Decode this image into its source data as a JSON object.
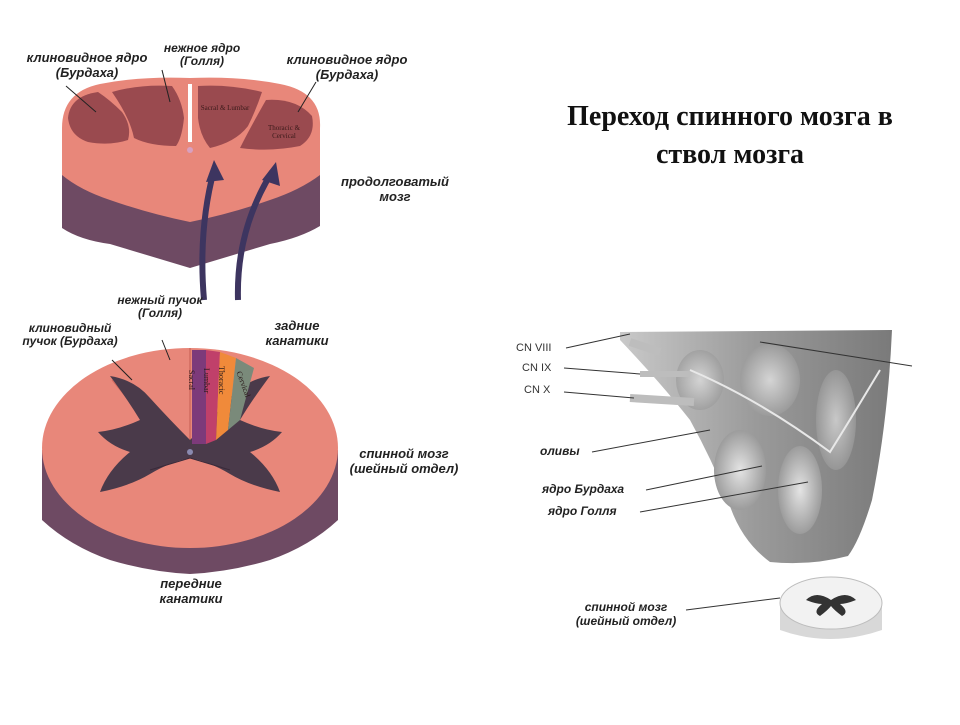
{
  "title": "Переход спинного мозга в ствол мозга",
  "left_diagram": {
    "labels": {
      "cuneate_nucleus_left": "клиновидное ядро (Бурдаха)",
      "gracile_nucleus": "нежное ядро (Голля)",
      "cuneate_nucleus_right": "клиновидное ядро (Бурдаха)",
      "medulla": "продолговатый мозг",
      "gracile_fasciculus": "нежный пучок (Голля)",
      "cuneate_fasciculus": "клиновидный пучок (Бурдаха)",
      "posterior_funiculi": "задние канатики",
      "spinal_cord": "спинной мозг (шейный отдел)",
      "anterior_funiculi": "передние канатики"
    },
    "nucleus_text": {
      "sacral_lumbar": "Sacral & Lumbar",
      "thoracic_cervical": "Thoracic & Cervical"
    },
    "tract_bands": [
      "Sacral",
      "Lumbar",
      "Thoracic",
      "Cervical"
    ],
    "colors": {
      "tissue": "#e8877a",
      "tissue_side": "#6e4a63",
      "nucleus": "#9a4a4f",
      "grey_matter": "#4a3a4a",
      "arrow": "#3d3560",
      "band_sacral": "#7d3a7a",
      "band_lumbar": "#c0406a",
      "band_thoracic": "#f08a3a",
      "band_cervical": "#7a8a7a"
    }
  },
  "right_diagram": {
    "labels": {
      "cn8": "CN VIII",
      "cn9": "CN IX",
      "cn10": "CN X",
      "olives": "оливы",
      "burdach": "ядро Бурдаха",
      "goll": "ядро Голля",
      "spinal_cord": "спинной мозг (шейный отдел)"
    }
  }
}
